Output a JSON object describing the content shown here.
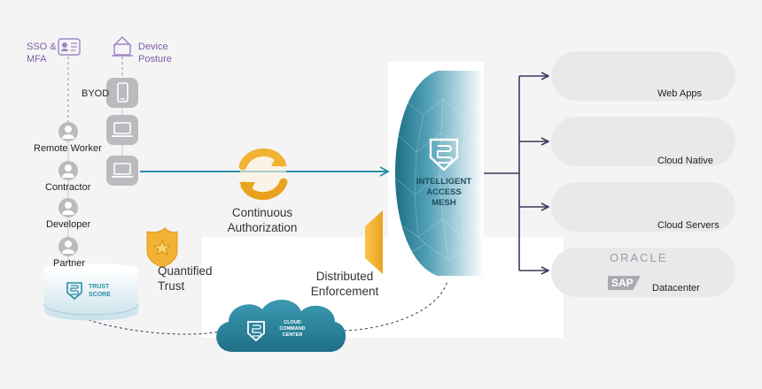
{
  "identity": {
    "sso_label_line1": "SSO &",
    "sso_label_line2": "MFA",
    "device_label_line1": "Device",
    "device_label_line2": "Posture",
    "byod_label": "BYOD"
  },
  "users": [
    {
      "label": "Remote Worker"
    },
    {
      "label": "Contractor"
    },
    {
      "label": "Developer"
    },
    {
      "label": "Partner"
    }
  ],
  "trust_score": {
    "line1": "TRUST",
    "line2": "SCORE"
  },
  "quantified_trust": {
    "line1": "Quantified",
    "line2": "Trust"
  },
  "continuous_auth": {
    "line1": "Continuous",
    "line2": "Authorization"
  },
  "distributed_enforcement": {
    "line1": "Distributed",
    "line2": "Enforcement"
  },
  "mesh": {
    "line1": "INTELLIGENT",
    "line2": "ACCESS",
    "line3": "MESH"
  },
  "cloud_center": {
    "line1": "CLOUD",
    "line2": "COMMAND",
    "line3": "CENTER"
  },
  "destinations": [
    {
      "label": "Web Apps"
    },
    {
      "label": "Cloud Native"
    },
    {
      "label": "Cloud Servers"
    },
    {
      "label": "Datacenter",
      "logo_text_1": "ORACLE",
      "logo_text_2": "SAP"
    }
  ],
  "colors": {
    "teal": "#2b8ea7",
    "teal_dark": "#1e6f86",
    "navy": "#3a3a5c",
    "orange": "#f2b233",
    "purple": "#7b5ea7",
    "grey_icon": "#b9bbbf"
  },
  "icons": {
    "sso": "id-card-icon",
    "device": "shield-device-icon",
    "phone": "phone-icon",
    "laptop": "laptop-icon",
    "user": "person-icon",
    "badge": "star-badge-icon",
    "sync": "sync-arrows-icon",
    "brand": "b-shield-logo-icon"
  }
}
